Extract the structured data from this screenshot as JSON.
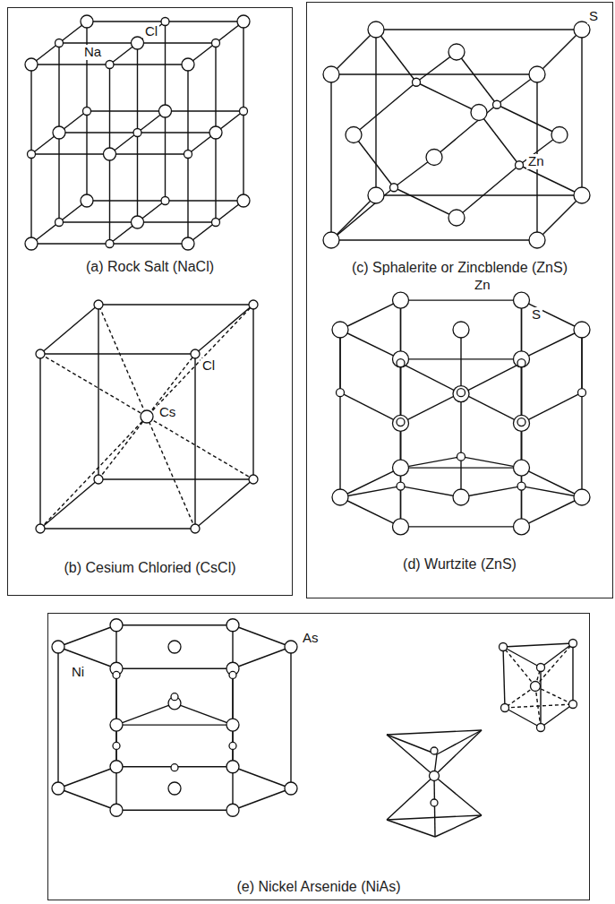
{
  "diagram": {
    "nodes": [
      {
        "text": [
          "(a) Rock Salt (NaCl)",
          "(b) Cesium Chloried (CsCl)"
        ]
      },
      {
        "text": [
          "(c) Sphalerite or Zincblende (ZnS)",
          "(d) Wurtzite (ZnS)"
        ]
      },
      {
        "text": [
          "(e) Nickel Arsenide (NiAs)"
        ]
      }
    ],
    "labels": [
      "Na",
      "Cl",
      "Cl",
      "Cs",
      "S",
      "Zn",
      "Zn",
      "S",
      "As",
      "Ni"
    ]
  }
}
